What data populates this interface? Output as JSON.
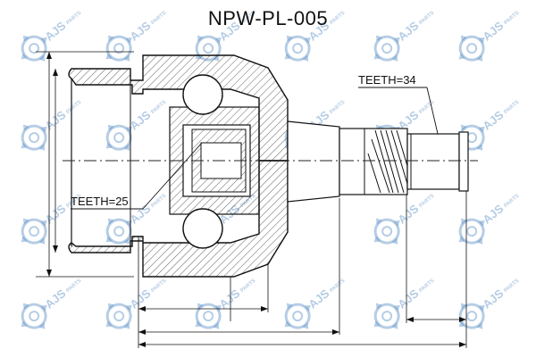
{
  "title": "NPW-PL-005",
  "labels": {
    "outer_teeth": "TEETH=34",
    "inner_teeth": "TEETH=25"
  },
  "watermark": {
    "text_main": "AJS",
    "text_sub": "PARTS",
    "color": "#2e6fb5"
  },
  "colors": {
    "ink": "#111111",
    "hatch": "#666666",
    "center_line": "#222222"
  }
}
